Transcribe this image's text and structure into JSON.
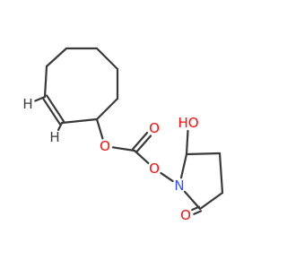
{
  "molecule": {
    "colors": {
      "bond": "#3a3a3a",
      "oxygen": "#ff0d0d",
      "nitrogen": "#3050f8",
      "hydrogen": "#3a3a3a",
      "background": "#ffffff"
    },
    "atoms": [
      {
        "id": "cyc_ring_top_1",
        "element": "C"
      },
      {
        "id": "cyc_ring_top_2",
        "element": "C"
      },
      {
        "id": "cyc_ring_right_1",
        "element": "C"
      },
      {
        "id": "cyc_ring_right_2",
        "element": "C"
      },
      {
        "id": "cyc_ring_bottom",
        "element": "C"
      },
      {
        "id": "cyc_alkene_1",
        "element": "C"
      },
      {
        "id": "cyc_alkene_2",
        "element": "C"
      },
      {
        "id": "cyc_ring_left",
        "element": "C"
      },
      {
        "id": "ester_oxygen",
        "element": "O",
        "label": "O"
      },
      {
        "id": "carbonate_carbon",
        "element": "C"
      },
      {
        "id": "carbonyl_oxygen",
        "element": "O",
        "label": "O"
      },
      {
        "id": "n_oxygen",
        "element": "O",
        "label": "O"
      },
      {
        "id": "nitrogen",
        "element": "N",
        "label": "N"
      },
      {
        "id": "pyr_c_hydroxy",
        "element": "C"
      },
      {
        "id": "pyr_ch2_a",
        "element": "C"
      },
      {
        "id": "pyr_ch2_b",
        "element": "C"
      },
      {
        "id": "pyr_carbonyl_c",
        "element": "C"
      },
      {
        "id": "hydroxyl_oxygen",
        "element": "O",
        "label": "HO"
      },
      {
        "id": "lactam_oxygen",
        "element": "O",
        "label": "O"
      },
      {
        "id": "alkene_h_upper",
        "element": "H",
        "label": "H"
      },
      {
        "id": "alkene_h_lower",
        "element": "H",
        "label": "H"
      }
    ],
    "bonds": [
      {
        "from": "cyc_ring_top_1",
        "to": "cyc_ring_top_2",
        "order": 1
      },
      {
        "from": "cyc_ring_top_2",
        "to": "cyc_ring_right_1",
        "order": 1
      },
      {
        "from": "cyc_ring_right_1",
        "to": "cyc_ring_right_2",
        "order": 1
      },
      {
        "from": "cyc_ring_right_2",
        "to": "cyc_ring_bottom",
        "order": 1
      },
      {
        "from": "cyc_ring_bottom",
        "to": "cyc_alkene_2",
        "order": 1
      },
      {
        "from": "cyc_alkene_2",
        "to": "cyc_alkene_1",
        "order": 2
      },
      {
        "from": "cyc_alkene_1",
        "to": "cyc_ring_left",
        "order": 1
      },
      {
        "from": "cyc_ring_left",
        "to": "cyc_ring_top_1",
        "order": 1
      },
      {
        "from": "cyc_ring_bottom",
        "to": "ester_oxygen",
        "order": 1
      },
      {
        "from": "ester_oxygen",
        "to": "carbonate_carbon",
        "order": 1
      },
      {
        "from": "carbonate_carbon",
        "to": "carbonyl_oxygen",
        "order": 2
      },
      {
        "from": "carbonate_carbon",
        "to": "n_oxygen",
        "order": 1
      },
      {
        "from": "n_oxygen",
        "to": "nitrogen",
        "order": 1
      },
      {
        "from": "nitrogen",
        "to": "pyr_c_hydroxy",
        "order": 1
      },
      {
        "from": "pyr_c_hydroxy",
        "to": "pyr_ch2_a",
        "order": 1
      },
      {
        "from": "pyr_ch2_a",
        "to": "pyr_ch2_b",
        "order": 1
      },
      {
        "from": "pyr_ch2_b",
        "to": "pyr_carbonyl_c",
        "order": 1
      },
      {
        "from": "pyr_carbonyl_c",
        "to": "nitrogen",
        "order": 1
      },
      {
        "from": "pyr_c_hydroxy",
        "to": "hydroxyl_oxygen",
        "order": 1
      },
      {
        "from": "pyr_carbonyl_c",
        "to": "lactam_oxygen",
        "order": 2
      },
      {
        "from": "cyc_alkene_1",
        "to": "alkene_h_upper",
        "order": 1
      },
      {
        "from": "cyc_alkene_2",
        "to": "alkene_h_lower",
        "order": 1
      }
    ]
  }
}
